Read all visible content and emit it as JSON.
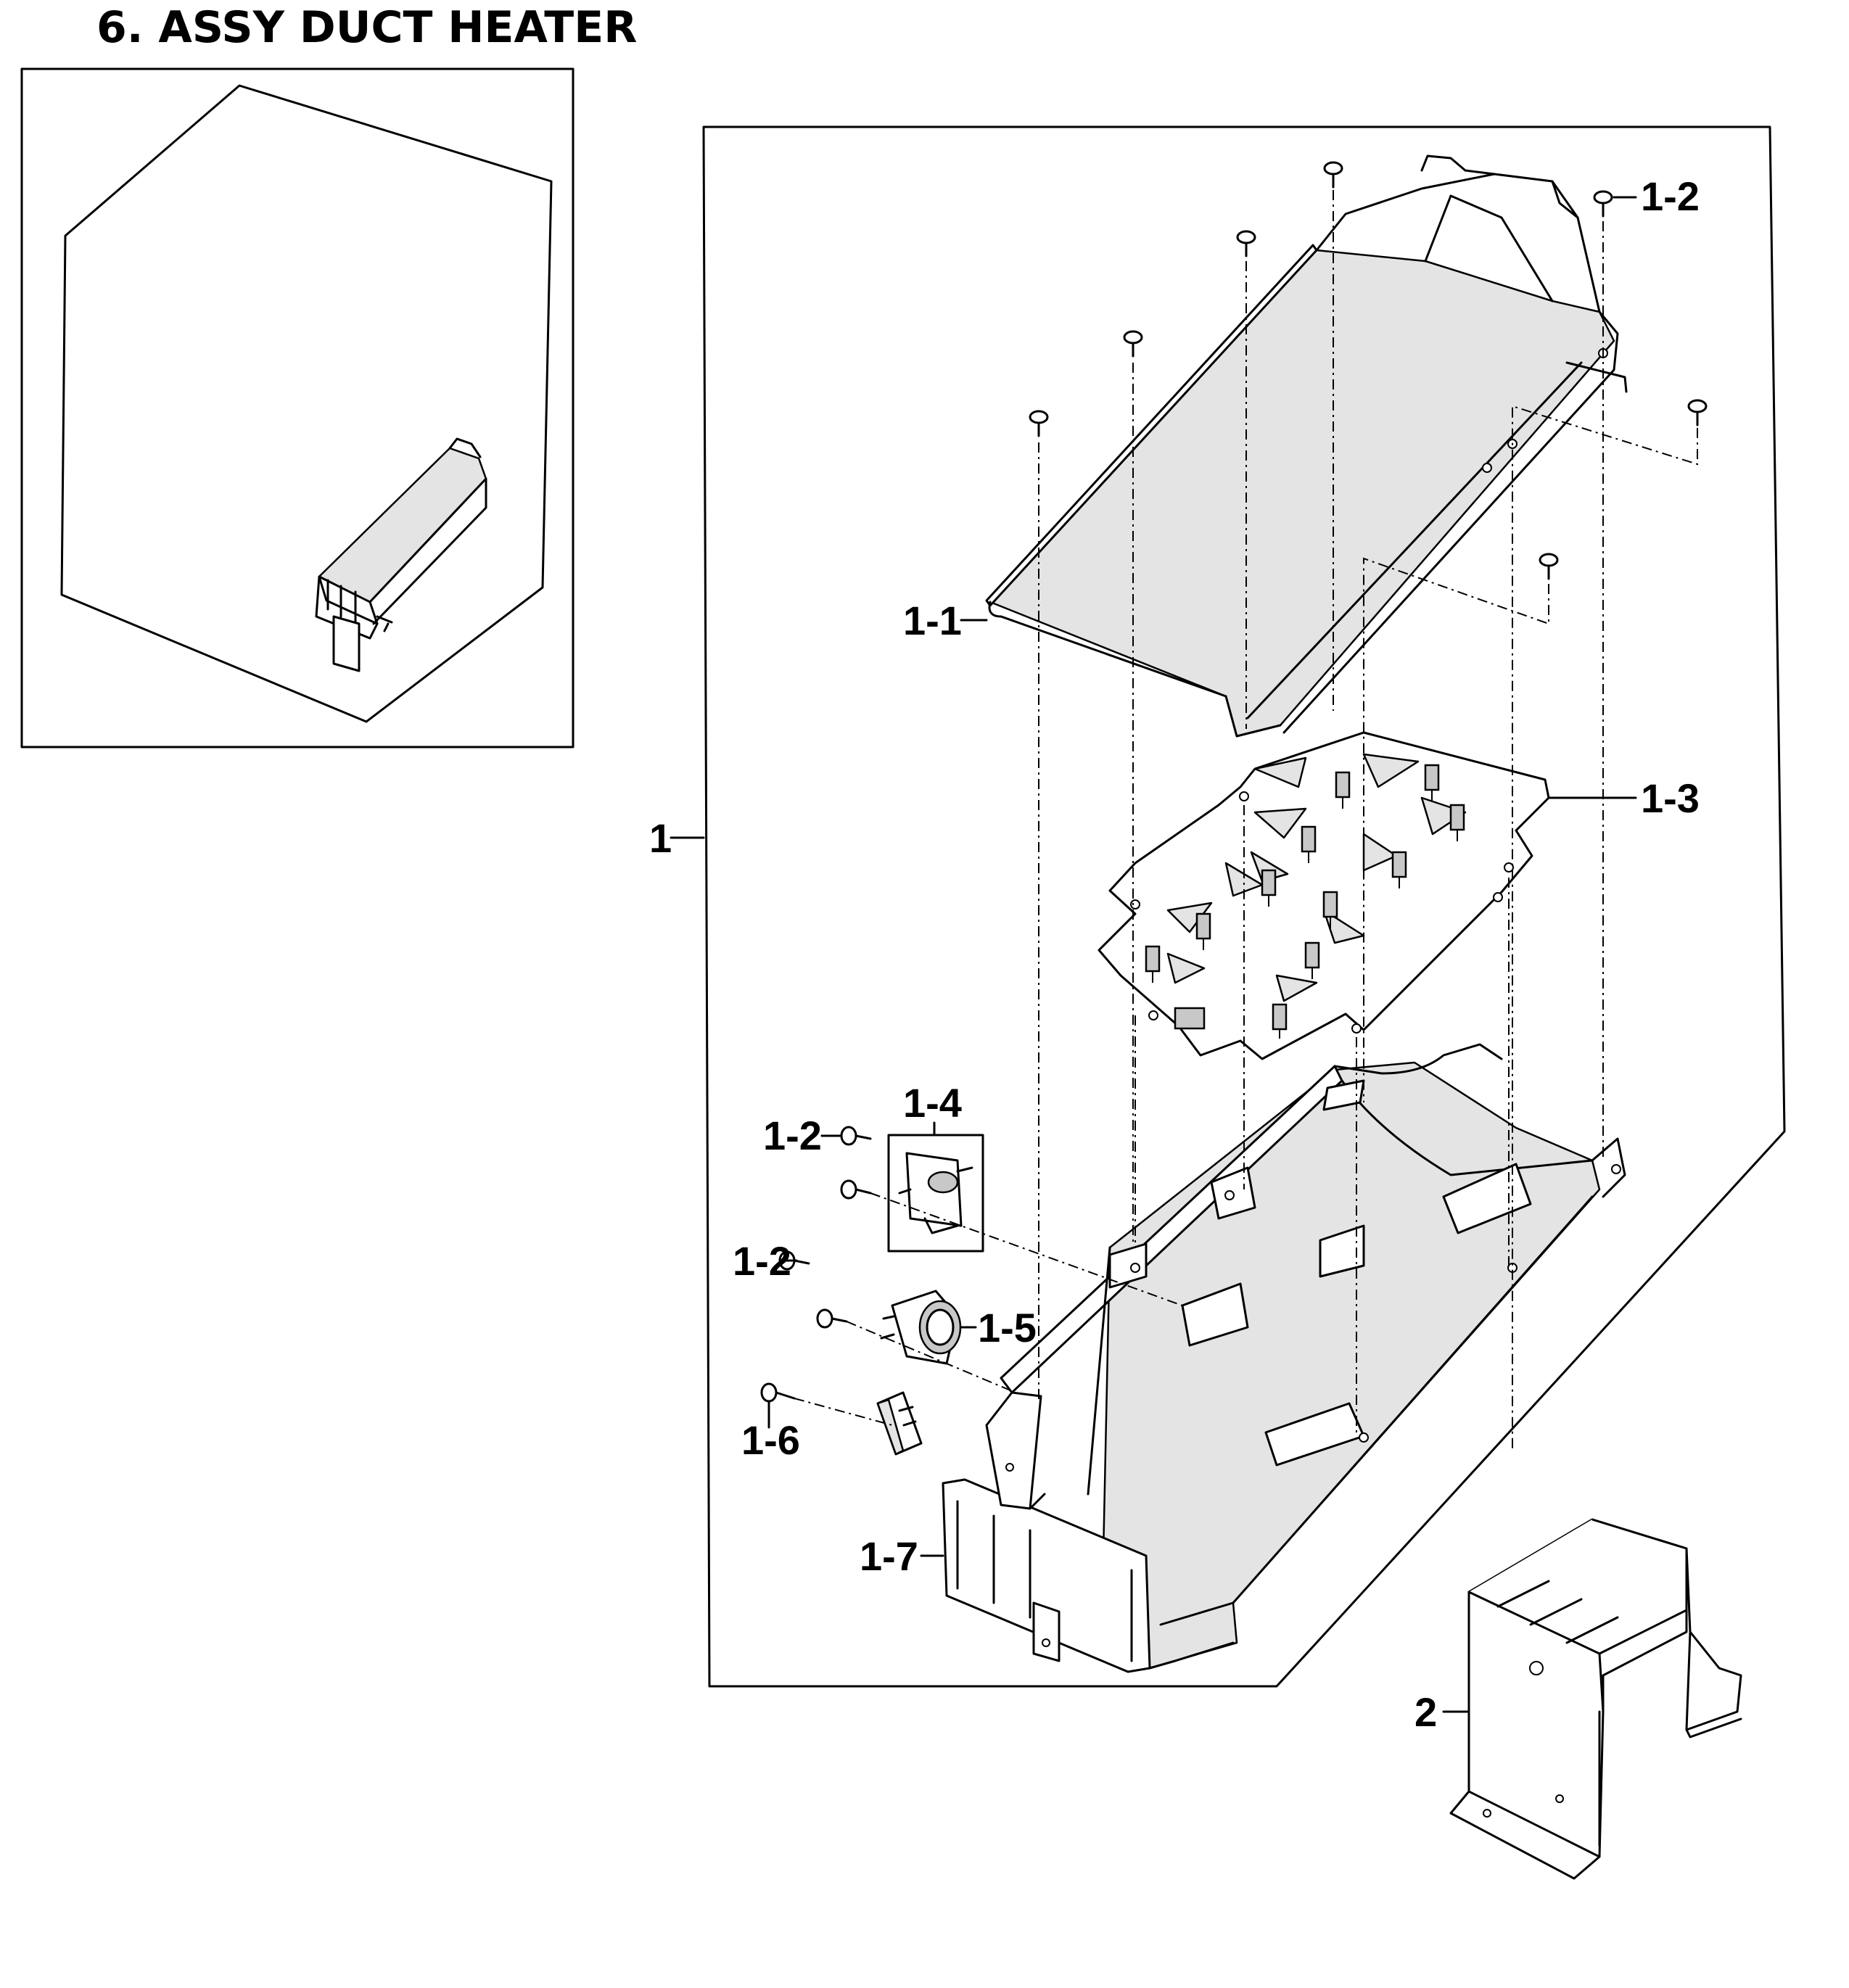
{
  "title": "6. ASSY DUCT HEATER",
  "callouts": {
    "c1": "1",
    "c1_1": "1-1",
    "c1_2_top": "1-2",
    "c1_2_mid": "1-2",
    "c1_2_low": "1-2",
    "c1_3": "1-3",
    "c1_4": "1-4",
    "c1_5": "1-5",
    "c1_6": "1-6",
    "c1_7": "1-7",
    "c2": "2"
  }
}
